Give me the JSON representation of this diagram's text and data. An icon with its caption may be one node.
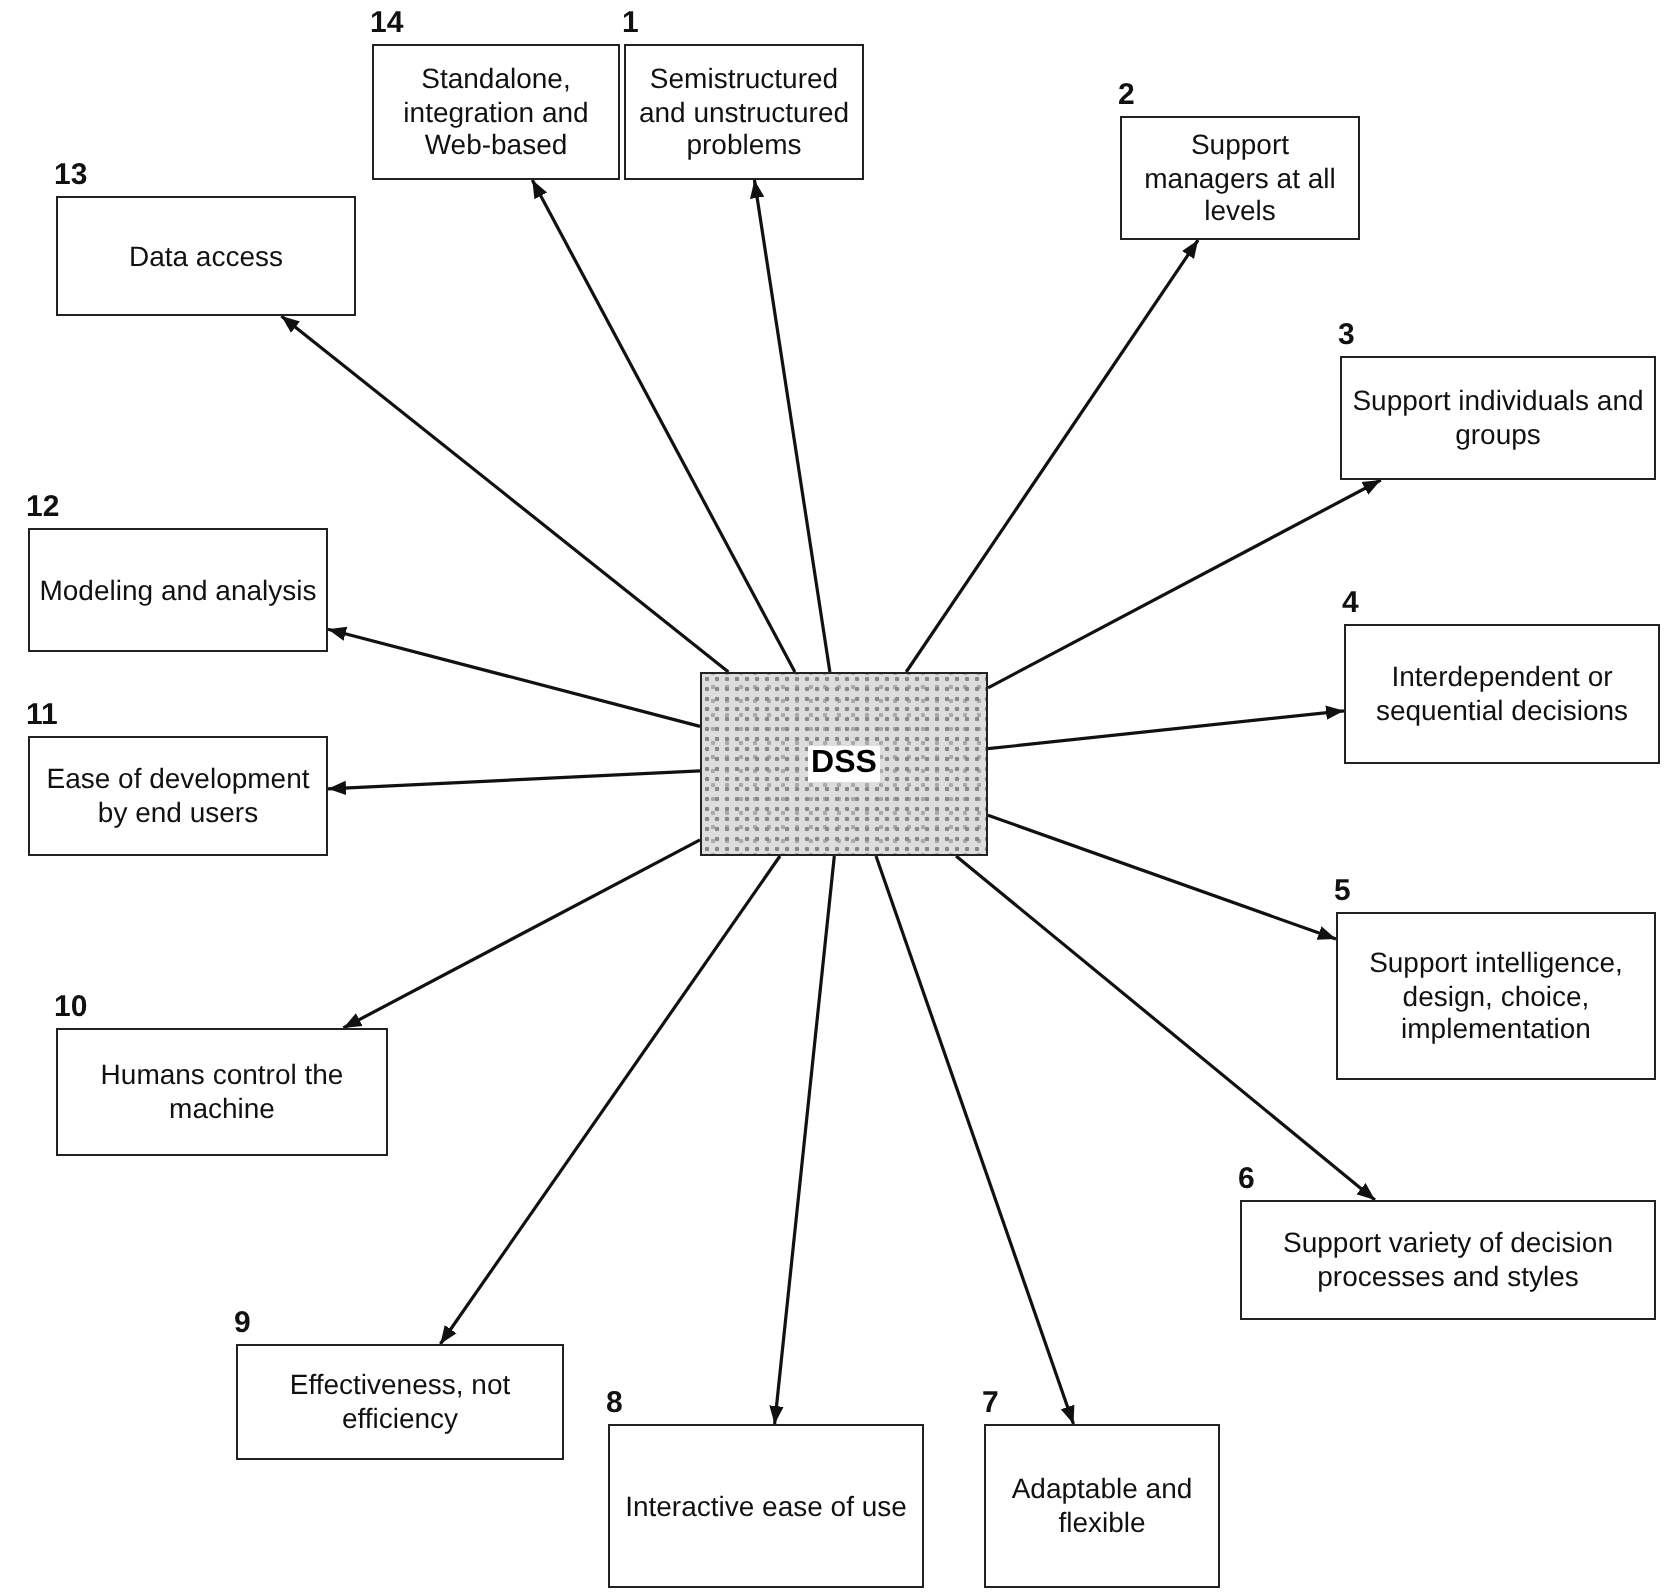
{
  "diagram": {
    "nodes": [
      {
        "text": [
          "DSS"
        ]
      },
      {
        "text": [
          "1",
          "Semistructured and unstructured problems"
        ]
      },
      {
        "text": [
          "2",
          "Support managers at all levels"
        ]
      },
      {
        "text": [
          "3",
          "Support individuals and groups"
        ]
      },
      {
        "text": [
          "4",
          "Interdependent or sequential decisions"
        ]
      },
      {
        "text": [
          "5",
          "Support intelligence, design, choice, implementation"
        ]
      },
      {
        "text": [
          "6",
          "Support variety of decision processes and styles"
        ]
      },
      {
        "text": [
          "7",
          "Adaptable and flexible"
        ]
      },
      {
        "text": [
          "8",
          "Interactive ease of use"
        ]
      },
      {
        "text": [
          "9",
          "Effectiveness, not efficiency"
        ]
      },
      {
        "text": [
          "10",
          "Humans control the machine"
        ]
      },
      {
        "text": [
          "11",
          "Ease of development by end users"
        ]
      },
      {
        "text": [
          "12",
          "Modeling and analysis"
        ]
      },
      {
        "text": [
          "13",
          "Data access"
        ]
      },
      {
        "text": [
          "14",
          "Standalone, integration and Web-based"
        ]
      }
    ],
    "edges": [
      {
        "from": 0,
        "to": 1,
        "arrow": "to"
      },
      {
        "from": 0,
        "to": 2,
        "arrow": "to"
      },
      {
        "from": 0,
        "to": 3,
        "arrow": "to"
      },
      {
        "from": 0,
        "to": 4,
        "arrow": "to"
      },
      {
        "from": 0,
        "to": 5,
        "arrow": "to"
      },
      {
        "from": 0,
        "to": 6,
        "arrow": "to"
      },
      {
        "from": 0,
        "to": 7,
        "arrow": "to"
      },
      {
        "from": 0,
        "to": 8,
        "arrow": "to"
      },
      {
        "from": 0,
        "to": 9,
        "arrow": "to"
      },
      {
        "from": 0,
        "to": 10,
        "arrow": "to"
      },
      {
        "from": 0,
        "to": 11,
        "arrow": "to"
      },
      {
        "from": 0,
        "to": 12,
        "arrow": "to"
      },
      {
        "from": 0,
        "to": 13,
        "arrow": "to"
      },
      {
        "from": 0,
        "to": 14,
        "arrow": "to"
      }
    ]
  }
}
